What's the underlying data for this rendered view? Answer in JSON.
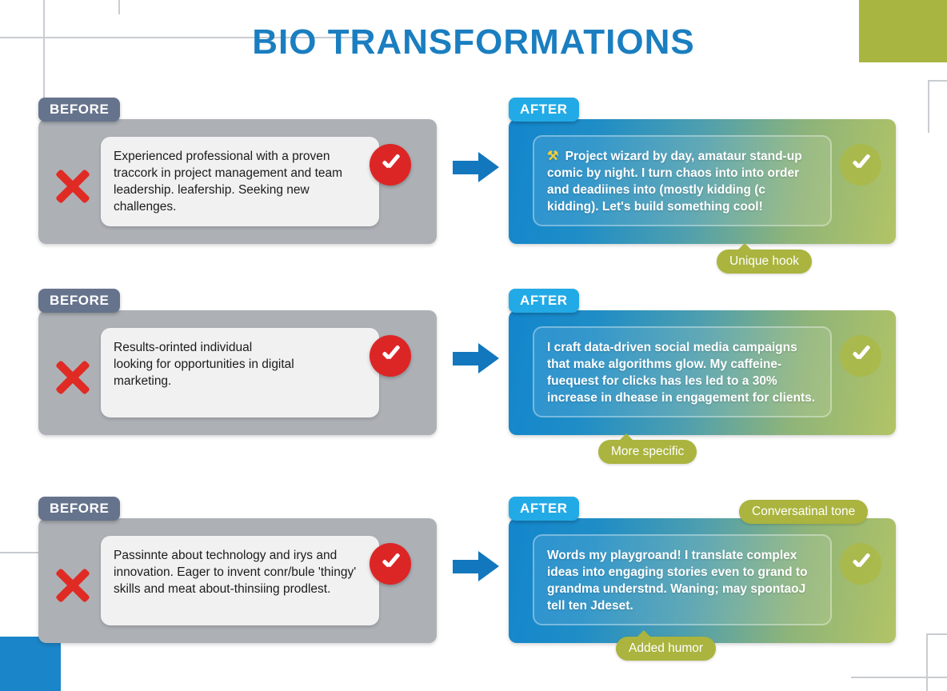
{
  "page": {
    "title": "BIO TRANSFORMATIONS",
    "accent_blue": "#1a7ec0",
    "before_panel_color": "#adb1b6",
    "after_gradient_start": "#1286cd",
    "after_gradient_end": "#b2c465",
    "tag_color": "#aab43e",
    "before_tab_color": "#66738c",
    "after_tab_color": "#22aae6",
    "deco_square_olive": "#a8b540",
    "deco_square_blue": "#1a85c8"
  },
  "labels": {
    "before": "BEFORE",
    "after": "AFTER"
  },
  "icons": {
    "cross": "red-x-icon",
    "check_red": "red-check-circle-icon",
    "check_olive": "olive-check-circle-icon",
    "arrow": "blue-right-arrow-icon",
    "sparkle": "crossed-tools-emoji"
  },
  "rows": [
    {
      "before_text": " Experienced professional with a proven traccork in project management and team leadership. leafership. Seeking new challenges.",
      "after_emoji": "⚒",
      "after_text": " Project wizard by day, amataur stand-up comic by night. I turn chaos into into order and deadiines into (mostly kidding (c kidding). Let's build something cool!",
      "tag": "Unique hook",
      "tag_position": "bottom"
    },
    {
      "before_text": "Results-orinted individual\nlooking for opportunities in digital\nmarketing.",
      "after_emoji": "",
      "after_text": "I craft data-driven social media campaigns that make algorithms glow. My caffeine-fuequest for clicks has les led to a 30% increase in dhease in engagement for clients.",
      "tag": "More specific",
      "tag_position": "bottom"
    },
    {
      "before_text": "Passinnte about technology and irys and innovation. Eager to invent conr/bule 'thingy' skills and meat about-thinsiing prodlest.",
      "after_emoji": "",
      "after_text": "Words my playgroand! I translate complex ideas into engaging stories even to grand to grandma understnd. Waning; may spontaoJ tell ten Jdeset.",
      "tag": "Added humor",
      "tag_position": "bottom",
      "extra_tag": "Conversatinal tone"
    }
  ]
}
